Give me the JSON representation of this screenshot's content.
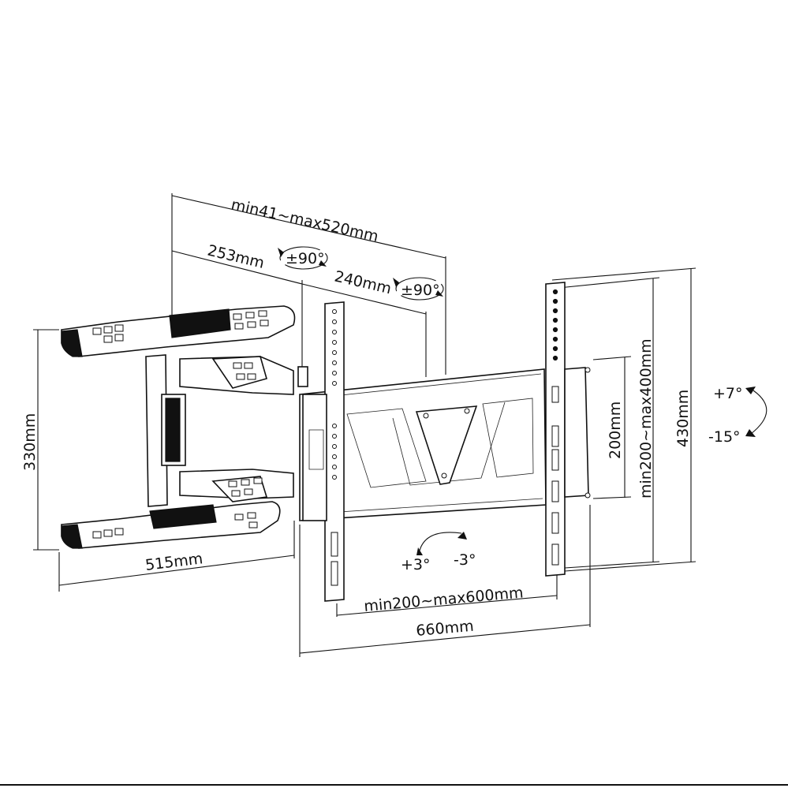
{
  "diagram": {
    "dimensions": {
      "arm_extension": "min41~max520mm",
      "arm_length": "253mm",
      "arm_length_2": "240mm",
      "swivel_1": "±90°",
      "swivel_2": "±90°",
      "wall_plate_height": "330mm",
      "wall_plate_depth": "515mm",
      "vesa_vertical": "200mm",
      "vesa_vertical_range": "min200~max400mm",
      "overall_height": "430mm",
      "vesa_horizontal_range": "min200~max600mm",
      "overall_width": "660mm",
      "tilt_up": "+7°",
      "tilt_down": "-15°",
      "level_plus": "+3°",
      "level_minus": "-3°"
    }
  }
}
